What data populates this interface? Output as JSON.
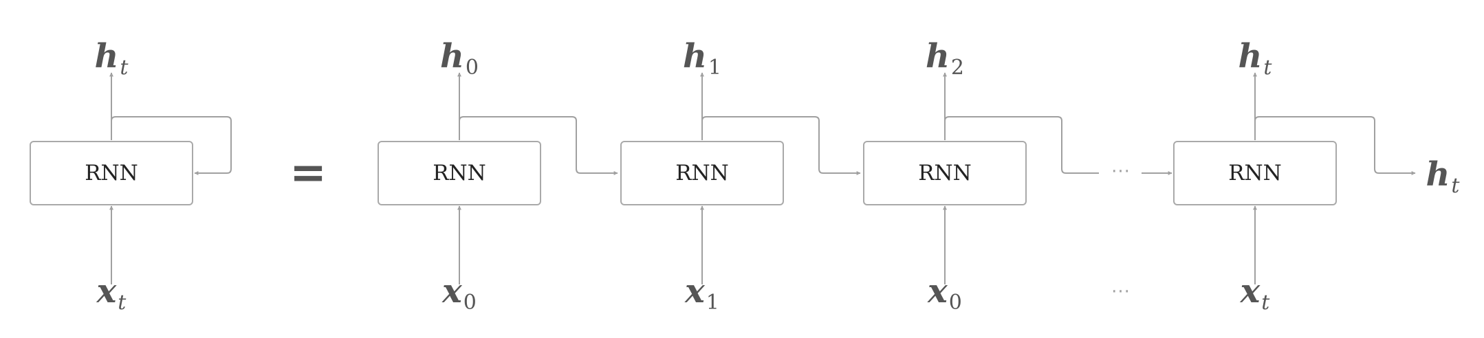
{
  "diagram": {
    "folded": {
      "cell": "RNN",
      "input": {
        "base": "x",
        "sub": "t"
      },
      "output": {
        "base": "h",
        "sub": "t"
      }
    },
    "equals": "=",
    "unrolled": [
      {
        "cell": "RNN",
        "input": {
          "base": "x",
          "sub": "0"
        },
        "output": {
          "base": "h",
          "sub": "0"
        }
      },
      {
        "cell": "RNN",
        "input": {
          "base": "x",
          "sub": "1"
        },
        "output": {
          "base": "h",
          "sub": "1"
        }
      },
      {
        "cell": "RNN",
        "input": {
          "base": "x",
          "sub": "0"
        },
        "output": {
          "base": "h",
          "sub": "2"
        }
      },
      {
        "cell": "RNN",
        "input": {
          "base": "x",
          "sub": "t"
        },
        "output": {
          "base": "h",
          "sub": "t"
        }
      }
    ],
    "ellipsis": "···",
    "final_output": {
      "base": "h",
      "sub": "t"
    }
  },
  "colors": {
    "line": "#a0a0a0",
    "box_border": "#a9a9a9",
    "symbol": "#555555",
    "cell_text": "#222222"
  }
}
